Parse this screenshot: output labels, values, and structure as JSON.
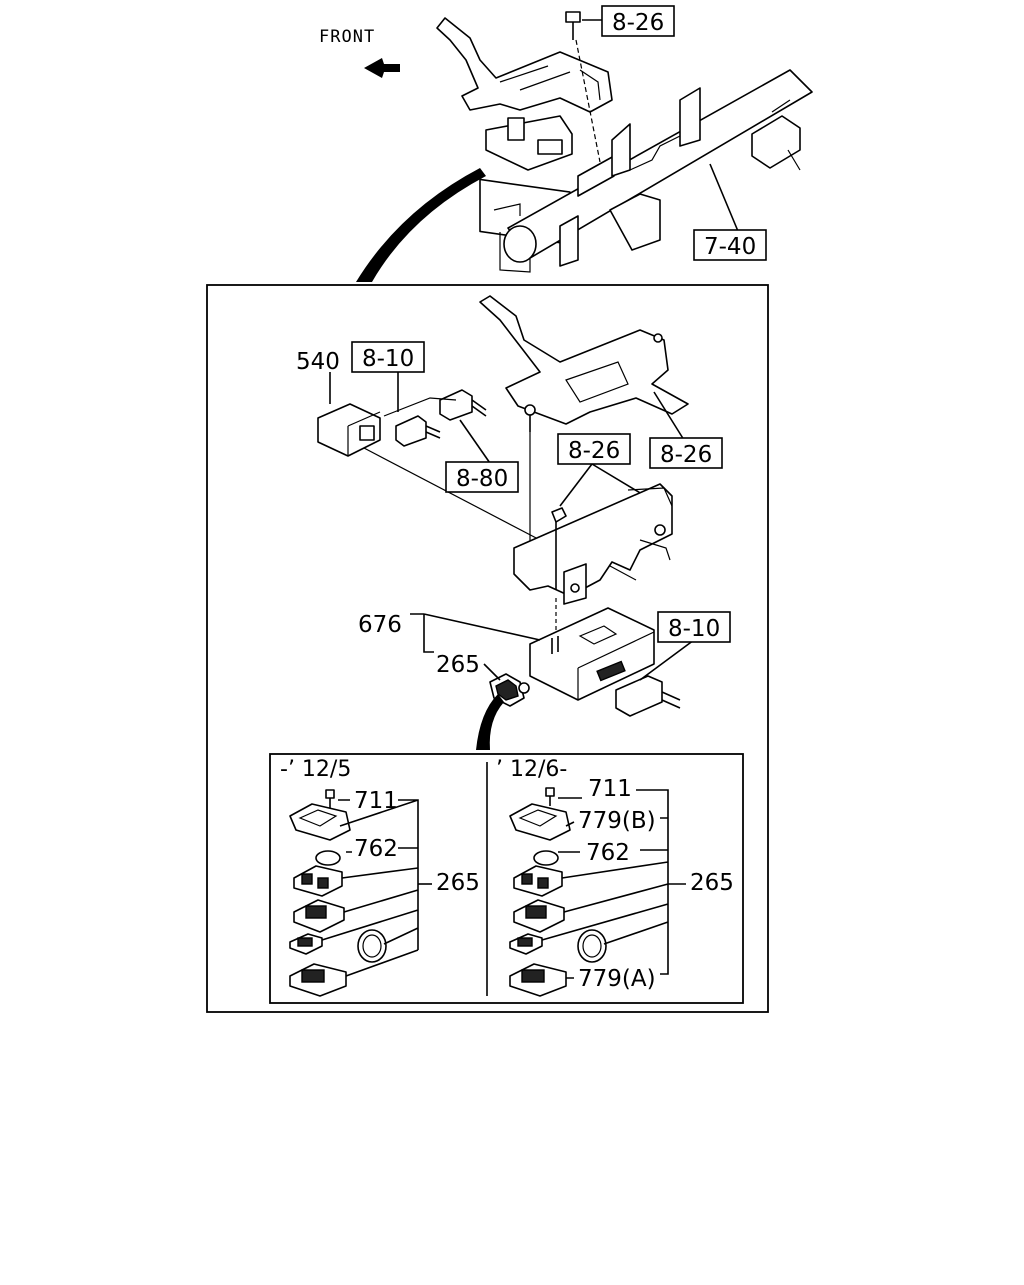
{
  "diagram": {
    "front_label": "FRONT",
    "refs": {
      "top_bolt": "8-26",
      "cross_member": "7-40",
      "harness_a": "8-10",
      "harness_b": "8-80",
      "bracket_right": "8-26",
      "nut_ref": "8-26",
      "harness_c": "8-10"
    },
    "parts": {
      "relay": "540",
      "ecu": "676",
      "key": "265"
    },
    "inset": {
      "left": {
        "period": "-’ 12/5",
        "p711": "711",
        "p762": "762",
        "p265": "265"
      },
      "right": {
        "period": "’ 12/6-",
        "p711": "711",
        "p779b": "779(B)",
        "p762": "762",
        "p265": "265",
        "p779a": "779(A)"
      }
    }
  }
}
